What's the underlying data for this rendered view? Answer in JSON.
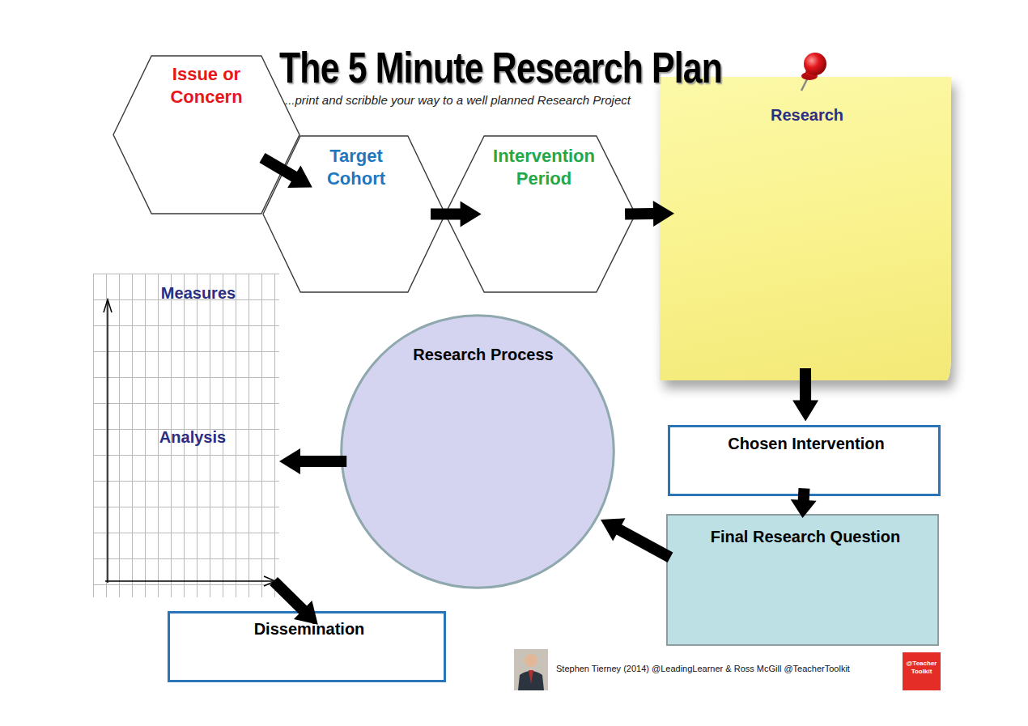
{
  "diagram": {
    "title": "The 5 Minute Research Plan",
    "caption": "...print and scribble your way to a well planned Research Project",
    "nodes": [
      {
        "text": [
          "Issue or Concern"
        ]
      },
      {
        "text": [
          "Target Cohort"
        ]
      },
      {
        "text": [
          "Intervention Period"
        ]
      },
      {
        "text": [
          "Research"
        ]
      },
      {
        "text": [
          "Measures",
          "Analysis"
        ]
      },
      {
        "text": [
          "Research Process"
        ]
      },
      {
        "text": [
          "Chosen Intervention"
        ]
      },
      {
        "text": [
          "Final Research Question"
        ]
      },
      {
        "text": [
          "Dissemination"
        ]
      }
    ],
    "edges": [
      {
        "from": 0,
        "to": 1,
        "arrow": "to"
      },
      {
        "from": 1,
        "to": 2,
        "arrow": "to"
      },
      {
        "from": 2,
        "to": 3,
        "arrow": "to"
      },
      {
        "from": 3,
        "to": 6,
        "arrow": "to"
      },
      {
        "from": 6,
        "to": 7,
        "arrow": "to"
      },
      {
        "from": 7,
        "to": 5,
        "arrow": "to"
      },
      {
        "from": 5,
        "to": 4,
        "arrow": "to"
      },
      {
        "from": 4,
        "to": 8,
        "arrow": "to"
      }
    ],
    "labels": [
      "Stephen Tierney (2014) @LeadingLearner & Ross McGill @TeacherToolkit",
      "@Teacher Toolkit"
    ]
  }
}
